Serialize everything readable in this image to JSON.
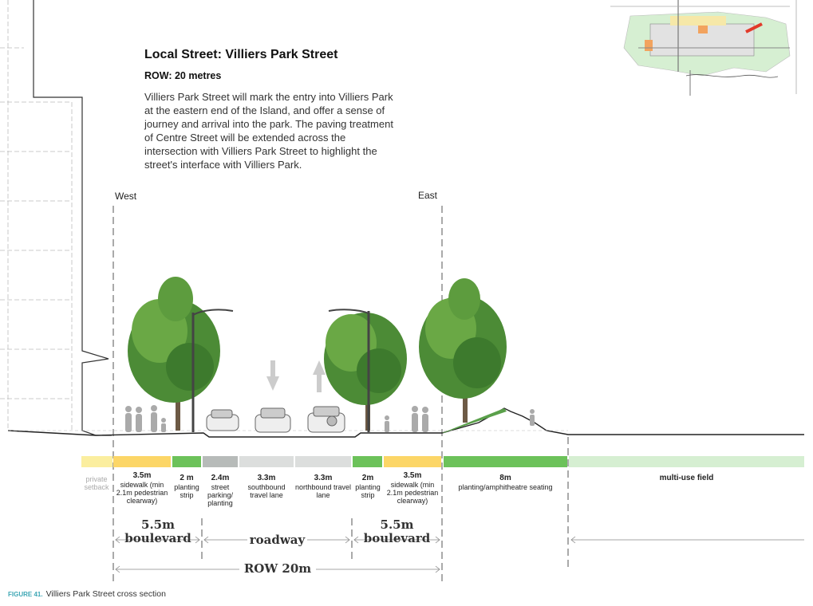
{
  "title": "Local Street: Villiers Park Street",
  "row_label": "ROW: 20 metres",
  "description": "Villiers Park Street will mark the entry into Villiers Park at the eastern end of the Island, and offer a sense of journey and arrival into the park. The paving treatment of Centre Street will be extended across the intersection with Villiers Park Street to highlight the street's interface with Villiers Park.",
  "directions": {
    "west": "West",
    "east": "East"
  },
  "segments": [
    {
      "width": "",
      "label": "private setback",
      "color": "#fbeeA0"
    },
    {
      "width": "3.5m",
      "label": "sidewalk (min 2.1m pedestrian clearway)",
      "color": "#fcd667"
    },
    {
      "width": "2 m",
      "label": "planting strip",
      "color": "#6cc25a"
    },
    {
      "width": "2.4m",
      "label": "street parking/ planting",
      "color": "#b7bbb9"
    },
    {
      "width": "3.3m",
      "label": "southbound travel lane",
      "color": "#dcdedd"
    },
    {
      "width": "3.3m",
      "label": "northbound travel lane",
      "color": "#dcdedd"
    },
    {
      "width": "2m",
      "label": "planting strip",
      "color": "#6cc25a"
    },
    {
      "width": "3.5m",
      "label": "sidewalk (min 2.1m pedestrian clearway)",
      "color": "#fcd667"
    },
    {
      "width": "8m",
      "label": "planting/amphitheatre seating",
      "color": "#6cc25a"
    },
    {
      "width": "multi-use field",
      "label": "",
      "color": "#d6efd2"
    }
  ],
  "groups": {
    "west_boulevard": {
      "width": "5.5m",
      "name": "boulevard"
    },
    "roadway": {
      "name": "roadway"
    },
    "east_boulevard": {
      "width": "5.5m",
      "name": "boulevard"
    },
    "row_total": "ROW 20m"
  },
  "caption": {
    "figure": "FIGURE 41.",
    "text": "Villiers Park Street cross section"
  }
}
